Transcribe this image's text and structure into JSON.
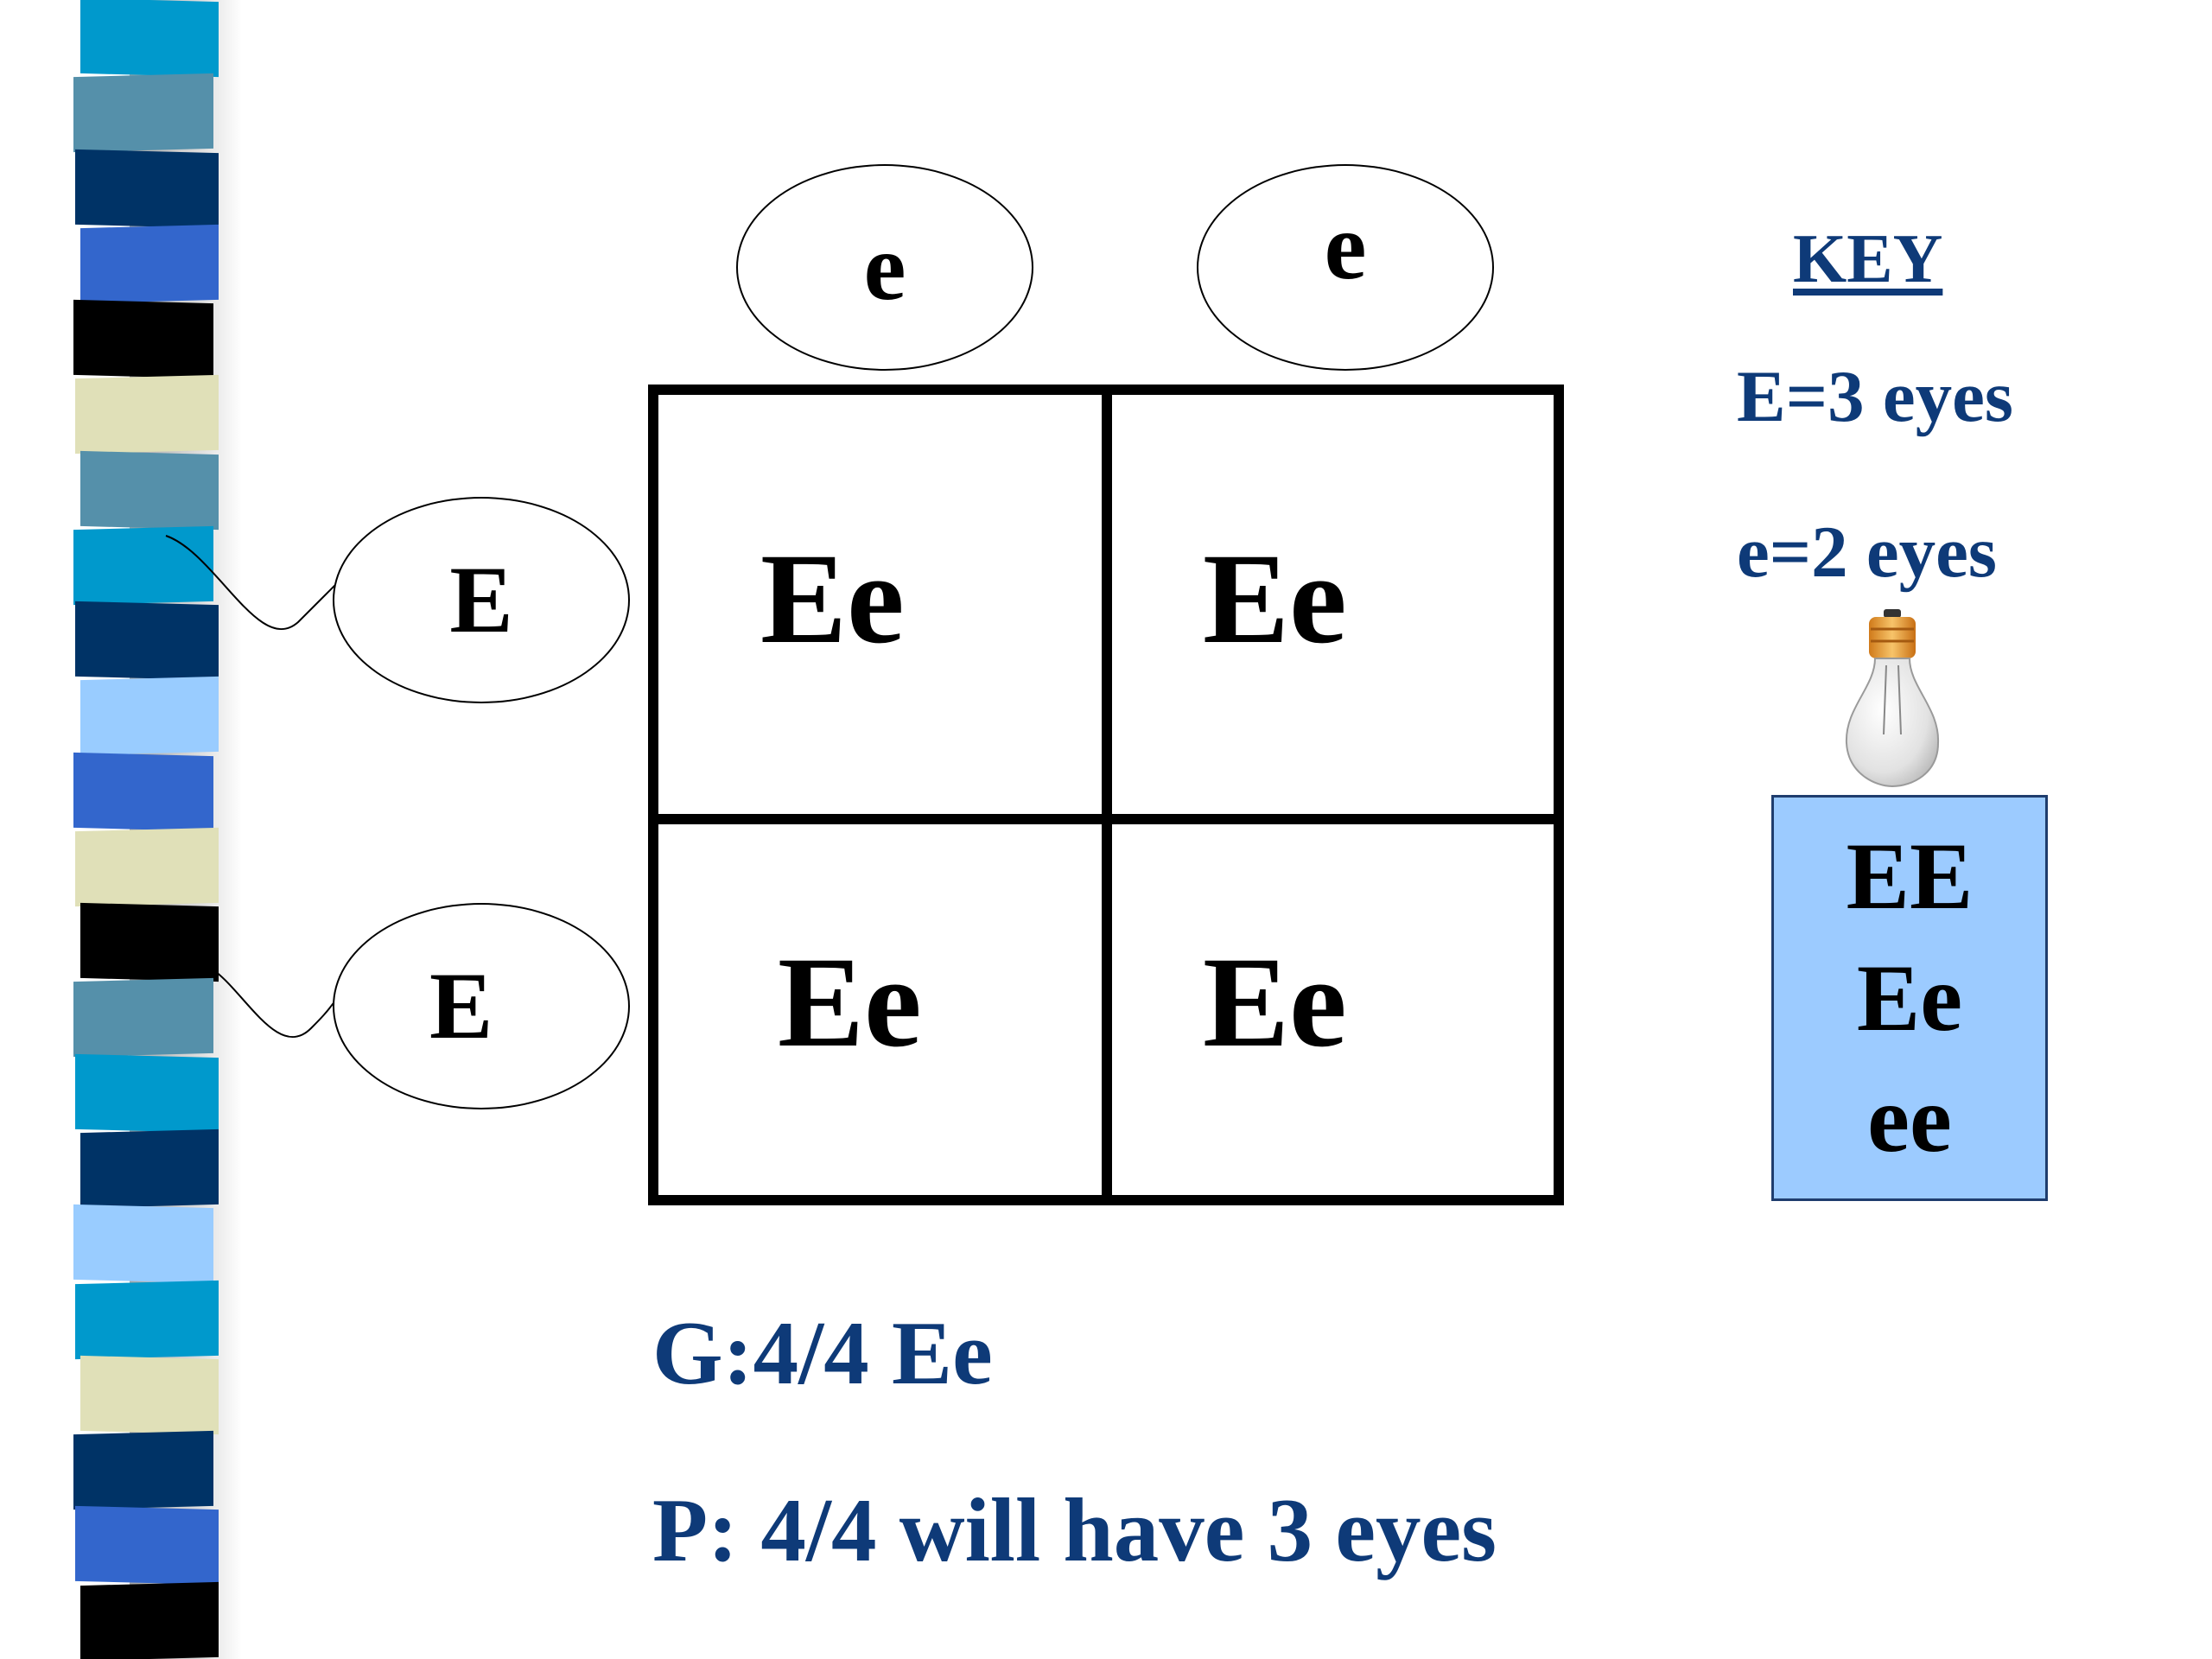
{
  "punnett": {
    "top_alleles": [
      "e",
      "e"
    ],
    "side_alleles": [
      "E",
      "E"
    ],
    "cells": [
      [
        "Ee",
        "Ee"
      ],
      [
        "Ee",
        "Ee"
      ]
    ]
  },
  "key": {
    "title": "KEY",
    "dominant": "E=3 eyes",
    "recessive": "e=2 eyes"
  },
  "genotype_box": [
    "EE",
    "Ee",
    "ee"
  ],
  "results": {
    "genotype": "G:4/4 Ee",
    "phenotype": "P: 4/4  will have 3 eyes"
  },
  "colors": {
    "text_accent": "#0e3a78",
    "box_fill": "#9ccbff",
    "stripes": [
      "#0099cc",
      "#5590aa",
      "#003366",
      "#3366cc",
      "#000000",
      "#e0e0b8",
      "#5590aa",
      "#0099cc",
      "#003366",
      "#99ccff",
      "#3366cc",
      "#e0e0b8",
      "#000000",
      "#5590aa",
      "#0099cc",
      "#003366",
      "#99ccff",
      "#0099cc",
      "#e0e0b8",
      "#003366",
      "#3366cc",
      "#000000"
    ]
  }
}
